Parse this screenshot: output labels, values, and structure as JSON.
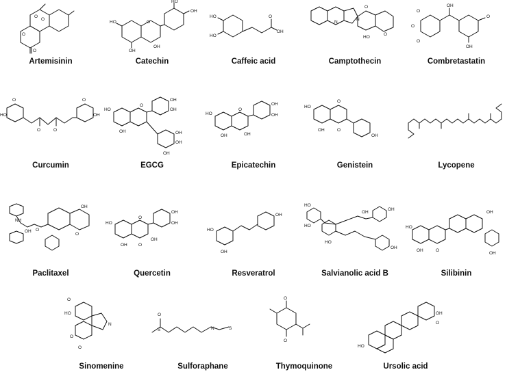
{
  "compounds": [
    {
      "name": "Artemisinin"
    },
    {
      "name": "Catechin"
    },
    {
      "name": "Caffeic acid"
    },
    {
      "name": "Camptothecin"
    },
    {
      "name": "Combretastatin"
    },
    {
      "name": "Curcumin"
    },
    {
      "name": "EGCG"
    },
    {
      "name": "Epicatechin"
    },
    {
      "name": "Genistein"
    },
    {
      "name": "Lycopene"
    },
    {
      "name": "Paclitaxel"
    },
    {
      "name": "Quercetin"
    },
    {
      "name": "Resveratrol"
    },
    {
      "name": "Salvianolic acid B"
    },
    {
      "name": "Silibinin"
    },
    {
      "name": "Sinomenine"
    },
    {
      "name": "Sulforaphane"
    },
    {
      "name": "Thymoquinone"
    },
    {
      "name": "Ursolic acid"
    }
  ]
}
